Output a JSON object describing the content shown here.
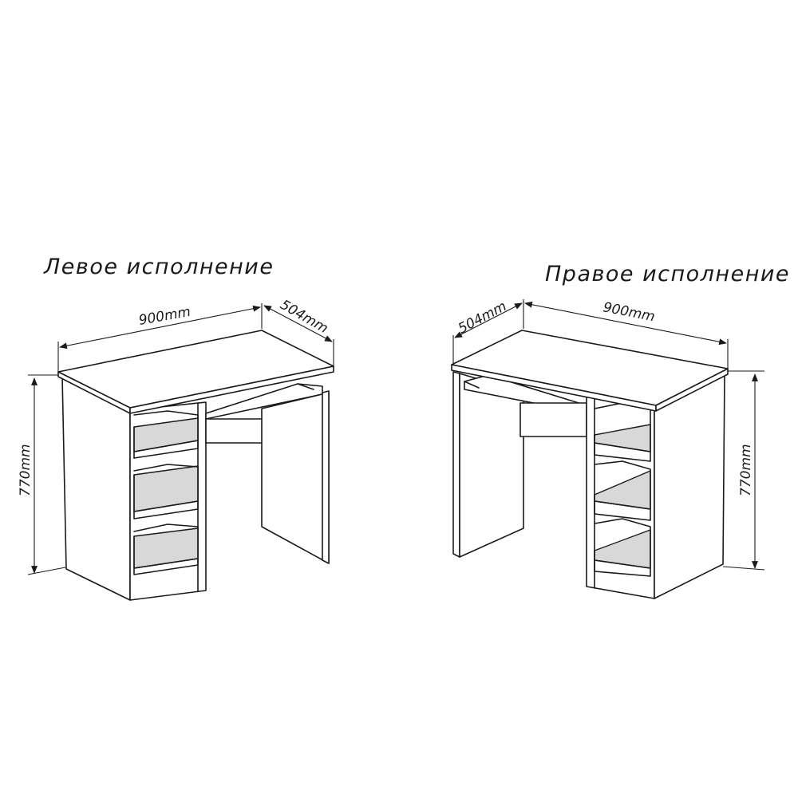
{
  "left_version": {
    "title": "Левое исполнение",
    "width_label": "900mm",
    "depth_label": "504mm",
    "height_label": "770mm"
  },
  "right_version": {
    "title": "Правое исполнение",
    "width_label": "900mm",
    "depth_label": "504mm",
    "height_label": "770mm"
  }
}
